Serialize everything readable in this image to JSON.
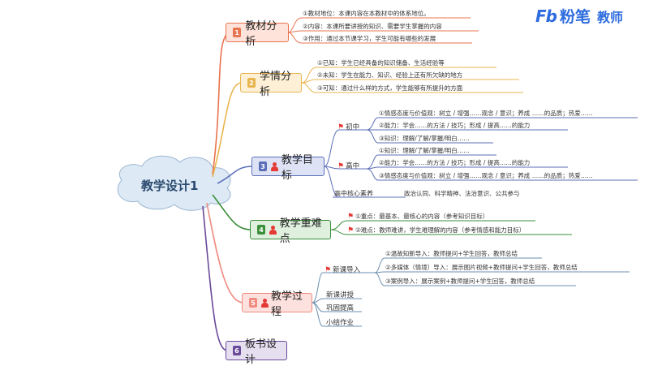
{
  "logo": {
    "mark": "Fb",
    "name": "粉笔",
    "tag": "教师"
  },
  "center": {
    "title": "教学设计1"
  },
  "branches": {
    "jiaocai": {
      "badge": "1",
      "title": "教材分析",
      "items": [
        "①教材地位：本课内容在本教材中的体系地位。",
        "②内容：本课所要讲授的知识、需要学生掌握的内容",
        "③作用：通过本节课学习，学生可能有哪些的发展"
      ]
    },
    "xueqing": {
      "badge": "2",
      "title": "学情分析",
      "items": [
        "①已知：学生已经具备的知识储备、生活经验等",
        "②未知：学生在能力、知识、经验上还有所欠缺的地方",
        "③可知：通过什么样的方式，学生能够有所提升的方面"
      ]
    },
    "mubiao": {
      "badge": "3",
      "title": "教学目标",
      "chuzhong": {
        "label": "初中",
        "items": [
          "①情感态度与价值观：树立 / 增强……观念 / 意识；养成 ……的品质；热爱……",
          "②能力：学会……的方法 / 技巧；形成 / 提高……的能力",
          "③知识：理解/了解/掌握/明白……"
        ]
      },
      "gaozhong": {
        "label": "高中",
        "items": [
          "①知识：理解/了解/掌握/明白……",
          "②能力：学会……的方法 / 技巧；形成 / 提高……的能力",
          "③情感态度与价值观：树立 / 增强……观念 / 意识；养成 ……的品质；热爱……"
        ]
      },
      "hexin": {
        "label": "高中核心素养",
        "text": "政治认同、科学精神、法治意识、公共参与"
      }
    },
    "zhongnan": {
      "badge": "4",
      "title": "教学重难点",
      "items": [
        "①重点：最基本、最核心的内容（参考知识目标）",
        "②难点：教师难讲，学生难理解的内容（参考情感和能力目标）"
      ]
    },
    "guocheng": {
      "badge": "5",
      "title": "教学过程",
      "xinke": {
        "label": "新课导入",
        "items": [
          "①温故知新导入：教师提问+学生回答，教师总结",
          "②多媒体（情境）导入：展示图片视频+教师提问+学生回答，教师总结",
          "③案例导入：展示案例+教师提问+学生回答，教师总结"
        ]
      },
      "steps": [
        "新课讲授",
        "巩固提高",
        "小结作业"
      ]
    },
    "banshu": {
      "badge": "6",
      "title": "板书设计"
    }
  },
  "colors": {
    "b1": "#e8734f",
    "b2": "#e8b54f",
    "b3": "#5b6fb8",
    "b4": "#3a8f3a",
    "b5": "#f08c80",
    "b6": "#6a4a9a",
    "flag": "#e53935",
    "brand": "#2d6cdf"
  }
}
